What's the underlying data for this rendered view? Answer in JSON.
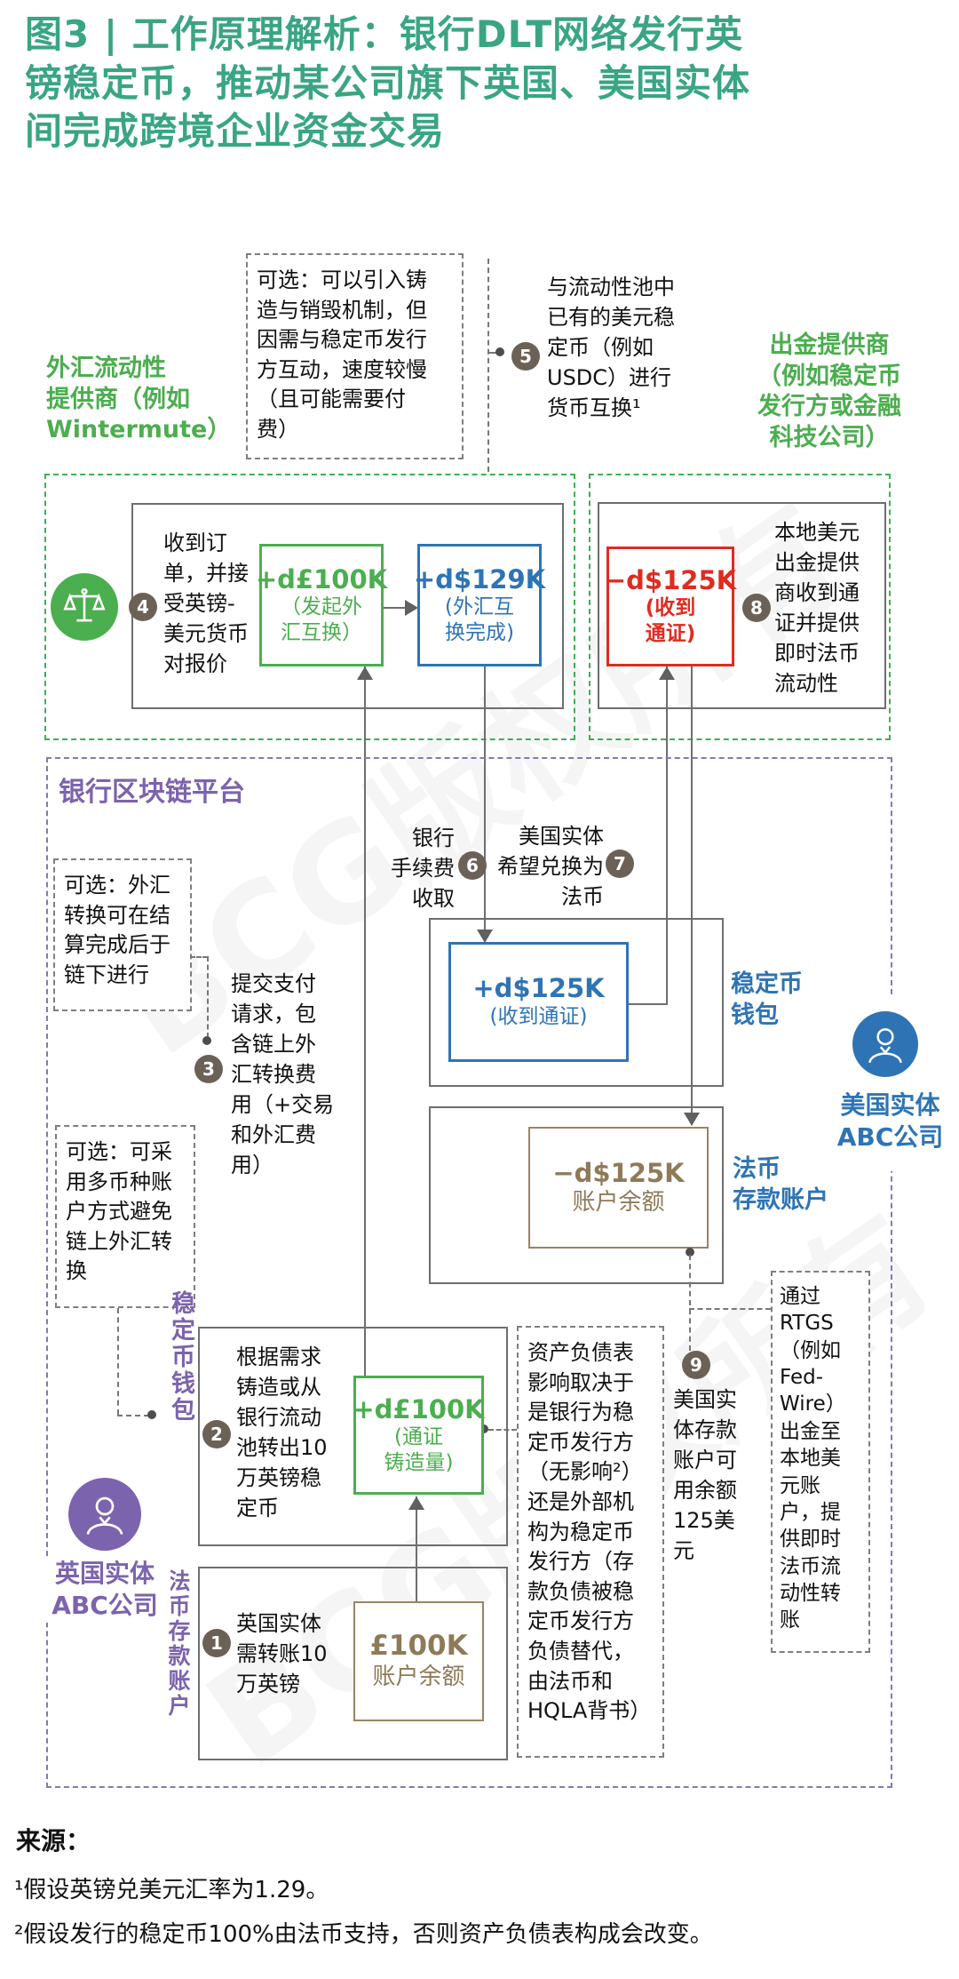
{
  "title": "图3 | 工作原理解析：银行DLT网络发行英\n镑稳定币，推动某公司旗下英国、美国实体\n间完成跨境企业资金交易",
  "colors": {
    "title_green": "#3aa583",
    "label_green": "#4bae4f",
    "blue": "#2e74b5",
    "purple": "#7c63ad",
    "purple_dash": "#8677b8",
    "green_dash": "#3bb054",
    "red": "#e02b20",
    "brown": "#9b8364",
    "brown_text": "#8f7a58",
    "gray_border": "#6d6e71",
    "step_circle": "#6b6156"
  },
  "fx_provider": {
    "label": "外汇流动性\n提供商（例如\nWintermute）",
    "optional_note": "可选：可以引入铸\n造与销毁机制，但\n因需与稳定币发行\n方互动，速度较慢\n（且可能需要付\n费）"
  },
  "offramp_provider": {
    "label": "出金提供商\n（例如稳定币\n发行方或金融\n科技公司）"
  },
  "steps": {
    "s1": {
      "num": "1",
      "text": "英国实体\n需转账10\n万英镑"
    },
    "s2": {
      "num": "2",
      "text": "根据需求\n铸造或从\n银行流动\n池转出10\n万英镑稳\n定币"
    },
    "s3": {
      "num": "3",
      "text": "提交支付\n请求，包\n含链上外\n汇转换费\n用（+交易\n和外汇费\n用）"
    },
    "s4": {
      "num": "4",
      "text": "收到订\n单，并接\n受英镑-\n美元货币\n对报价"
    },
    "s5": {
      "num": "5",
      "text": "与流动性池中\n已有的美元稳\n定币（例如\nUSDC）进行\n货币互换¹"
    },
    "s6": {
      "num": "6",
      "text": "银行\n手续费\n收取"
    },
    "s7": {
      "num": "7",
      "text": "美国实体\n希望兑换为\n法币"
    },
    "s8": {
      "num": "8",
      "text": "本地美元\n出金提供\n商收到通\n证并提供\n即时法币\n流动性"
    },
    "s9": {
      "num": "9",
      "text": "美国实\n体存款\n账户可\n用余额\n125美\n元"
    }
  },
  "fx_section": {
    "gbp_box": {
      "value": "+d£100K",
      "caption": "（发起外\n汇互换）"
    },
    "usd_box": {
      "value": "+d$129K",
      "caption": "(外汇互\n换完成)"
    }
  },
  "offramp_section": {
    "usd_box": {
      "value": "−d$125K",
      "caption": "(收到\n通证)"
    }
  },
  "platform": {
    "label": "银行区块链平台",
    "optional_fx_note": "可选：外汇\n转换可在结\n算完成后于\n链下进行",
    "optional_multicurrency_note": "可选：可采\n用多币种账\n户方式避免\n链上外汇转\n换",
    "us_wallet": {
      "label": "稳定币\n钱包",
      "box": {
        "value": "+d$125K",
        "caption": "(收到通证)"
      }
    },
    "us_fiat": {
      "label": "法币\n存款账户",
      "box": {
        "value": "−d$125K",
        "caption": "账户余额"
      }
    },
    "uk_wallet": {
      "label": "稳定币钱包",
      "box": {
        "value": "+d£100K",
        "caption": "(通证\n铸造量)"
      }
    },
    "uk_fiat": {
      "label": "法币存款账户",
      "box": {
        "value": "£100K",
        "caption": "账户余额"
      }
    },
    "balance_sheet_note": "资产负债表\n影响取决于\n是银行为稳\n定币发行方\n（无影响²）\n还是外部机\n构为稳定币\n发行方（存\n款负债被稳\n定币发行方\n负债替代，\n由法币和\nHQLA背书）",
    "rtgs_note": "通过\nRTGS\n（例如\nFed-\nWire）\n出金至\n本地美\n元账\n户，提\n供即时\n法币流\n动性转\n账"
  },
  "entities": {
    "uk": "英国实体\nABC公司",
    "us": "美国实体\nABC公司"
  },
  "footer": {
    "source": "来源：",
    "note1": "¹假设英镑兑美元汇率为1.29。",
    "note2": "²假设发行的稳定币100%由法币支持，否则资产负债表构成会改变。"
  },
  "watermark": "BCG版权所有"
}
